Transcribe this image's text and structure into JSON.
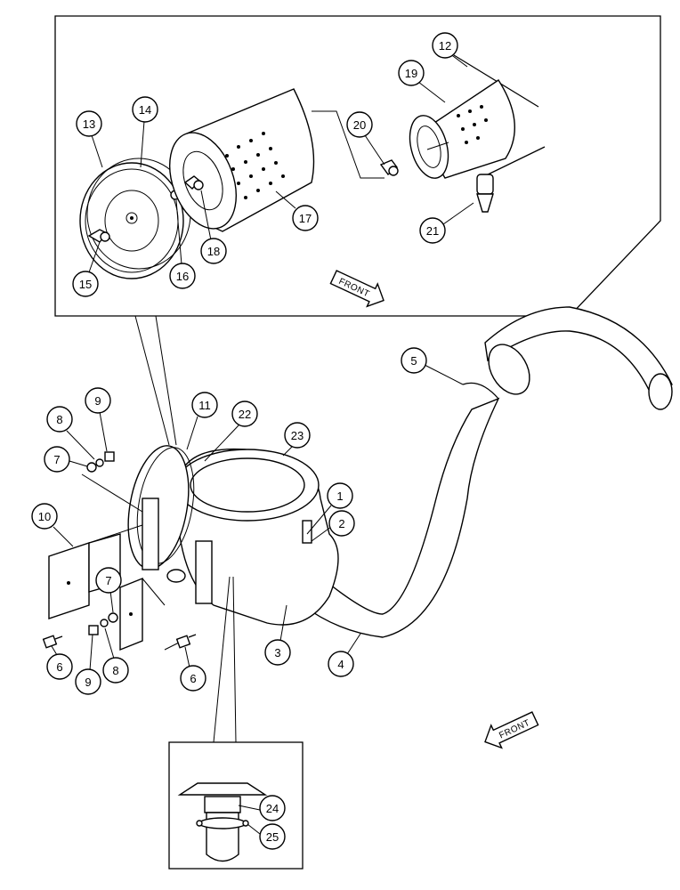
{
  "diagram": {
    "callouts": [
      {
        "id": "c1",
        "label": "1"
      },
      {
        "id": "c2",
        "label": "2"
      },
      {
        "id": "c3",
        "label": "3"
      },
      {
        "id": "c4",
        "label": "4"
      },
      {
        "id": "c5",
        "label": "5"
      },
      {
        "id": "c6a",
        "label": "6"
      },
      {
        "id": "c6b",
        "label": "6"
      },
      {
        "id": "c7a",
        "label": "7"
      },
      {
        "id": "c7b",
        "label": "7"
      },
      {
        "id": "c8a",
        "label": "8"
      },
      {
        "id": "c8b",
        "label": "8"
      },
      {
        "id": "c9a",
        "label": "9"
      },
      {
        "id": "c9b",
        "label": "9"
      },
      {
        "id": "c10",
        "label": "10"
      },
      {
        "id": "c11",
        "label": "11"
      },
      {
        "id": "c12",
        "label": "12"
      },
      {
        "id": "c13",
        "label": "13"
      },
      {
        "id": "c14",
        "label": "14"
      },
      {
        "id": "c15",
        "label": "15"
      },
      {
        "id": "c16",
        "label": "16"
      },
      {
        "id": "c17",
        "label": "17"
      },
      {
        "id": "c18",
        "label": "18"
      },
      {
        "id": "c19",
        "label": "19"
      },
      {
        "id": "c20",
        "label": "20"
      },
      {
        "id": "c21",
        "label": "21"
      },
      {
        "id": "c22",
        "label": "22"
      },
      {
        "id": "c23",
        "label": "23"
      },
      {
        "id": "c24",
        "label": "24"
      },
      {
        "id": "c25",
        "label": "25"
      }
    ],
    "front_arrows": [
      {
        "id": "front-top",
        "label": "FRONT"
      },
      {
        "id": "front-bottom",
        "label": "FRONT"
      }
    ]
  }
}
